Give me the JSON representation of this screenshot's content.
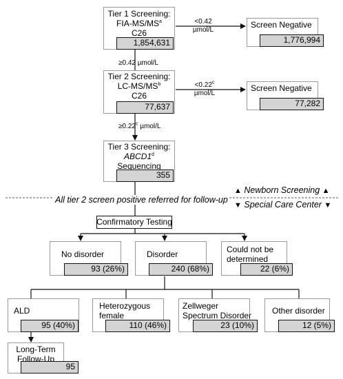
{
  "tier1": {
    "line1": "Tier 1 Screening:",
    "line2": "FIA-MS/MS",
    "line2_sup": "a",
    "line3": "C26",
    "count": "1,854,631"
  },
  "tier2": {
    "line1": "Tier 2 Screening:",
    "line2": "LC-MS/MS",
    "line2_sup": "b",
    "line3": "C26",
    "count": "77,637"
  },
  "tier3": {
    "line1": "Tier 3 Screening:",
    "line2": "ABCD1",
    "line2_sup": "d",
    "line3": "Sequencing",
    "count": "355"
  },
  "neg1": {
    "label": "Screen Negative",
    "count": "1,776,994",
    "edge_line1": "<0.42",
    "edge_line2": "µmol/L"
  },
  "neg2": {
    "label": "Screen Negative",
    "count": "77,282",
    "edge_line1": "<0.22",
    "edge_line1_sup": "c",
    "edge_line2": "µmol/L"
  },
  "edge_t1_t2": "≥0.42 µmol/L",
  "edge_t2_t3": {
    "text": "≥0.22",
    "sup": "c",
    "unit": "µmol/L"
  },
  "banner": {
    "referral": "All tier 2 screen positive referred for follow-up",
    "newborn": "Newborn Screening",
    "special": "Special Care Center",
    "up_triangle": "▲",
    "down_triangle": "▼"
  },
  "confirmatory": "Confirmatory Testing",
  "outcomes": {
    "no_disorder": {
      "label": "No disorder",
      "count": "93 (26%)"
    },
    "disorder": {
      "label": "Disorder",
      "count": "240 (68%)"
    },
    "undetermined": {
      "line1": "Could not be",
      "line2": "determined",
      "count": "22 (6%)"
    }
  },
  "disorders": {
    "ald": {
      "label": "ALD",
      "count": "95 (40%)"
    },
    "het": {
      "line1": "Heterozygous",
      "line2": "female",
      "count": "110 (46%)"
    },
    "zsd": {
      "line1": "Zellweger",
      "line2": "Spectrum Disorder",
      "count": "23 (10%)"
    },
    "other": {
      "label": "Other disorder",
      "count": "12 (5%)"
    }
  },
  "followup": {
    "line1": "Long-Term",
    "line2": "Follow-Up",
    "count": "95"
  },
  "colors": {
    "count_fill": "#d4d4d4",
    "box_border": "#9a9a9a",
    "line": "#111111"
  }
}
